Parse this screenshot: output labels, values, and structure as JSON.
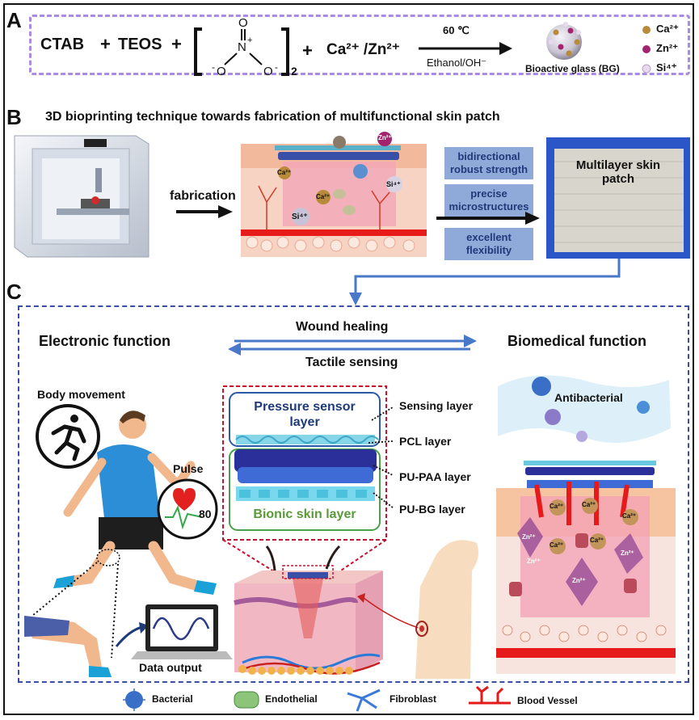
{
  "panel_a": {
    "letter": "A",
    "reactant_1": "CTAB",
    "plus_1": "+",
    "reactant_2": "TEOS",
    "plus_2": "+",
    "nitrate_n": "N",
    "nitrate_plus": "+",
    "nitrate_o_top": "O",
    "nitrate_o_left": "O",
    "nitrate_o_right": "O",
    "nitrate_minus_left": "-",
    "nitrate_minus_right": "-",
    "nitrate_subscript": "2",
    "plus_3": "+",
    "ions": "Ca²⁺ /Zn²⁺",
    "condition_top": "60 ℃",
    "condition_bottom": "Ethanol/OH⁻",
    "product_label": "Bioactive glass (BG)",
    "legend": [
      {
        "label": "Ca²⁺",
        "color": "#b88a3a"
      },
      {
        "label": "Zn²⁺",
        "color": "#a3246e"
      },
      {
        "label": "Si⁴⁺",
        "color": "#e9d9ef"
      }
    ]
  },
  "panel_b": {
    "letter": "B",
    "title": "3D bioprinting technique towards fabrication of multifunctional skin patch",
    "fabrication": "fabrication",
    "properties": [
      "bidirectional robust strength",
      "precise microstructures",
      "excellent flexibility"
    ],
    "patch_label": "Multilayer skin patch",
    "ions_in_skin": [
      "Zn²⁺",
      "Ca²⁺",
      "Si⁴⁺",
      "Ca²⁺",
      "Si⁴⁺"
    ]
  },
  "panel_c": {
    "letter": "C",
    "electronic": "Electronic function",
    "biomedical": "Biomedical function",
    "arrow_top": "Wound healing",
    "arrow_bottom": "Tactile sensing",
    "body_movement": "Body movement",
    "pulse": "Pulse",
    "pulse_value": "80",
    "data_output": "Data output",
    "pressure_layer": "Pressure sensor layer",
    "bionic_layer": "Bionic skin layer",
    "layers": [
      "Sensing layer",
      "PCL layer",
      "PU-PAA layer",
      "PU-BG layer"
    ],
    "antibacterial": "Antibacterial",
    "tissue_ions": [
      "Ca²⁺",
      "Ca²⁺",
      "Ca²⁺",
      "Ca²⁺",
      "Ca²⁺",
      "Zn²⁺",
      "Zn²⁺",
      "Zn²⁺",
      "Zn²⁺"
    ]
  },
  "legend_bottom": [
    {
      "label": "Bacterial"
    },
    {
      "label": "Endothelial"
    },
    {
      "label": "Fibroblast"
    },
    {
      "label": "Blood Vessel"
    }
  ],
  "colors": {
    "dashed_a": "#a98be6",
    "dashed_c": "#3a4fa0",
    "arrow_blue": "#4a78c9",
    "chip_bg": "#8fa9d9",
    "red_dashed": "#c8102e",
    "bionic_green": "#5a9a3a"
  }
}
